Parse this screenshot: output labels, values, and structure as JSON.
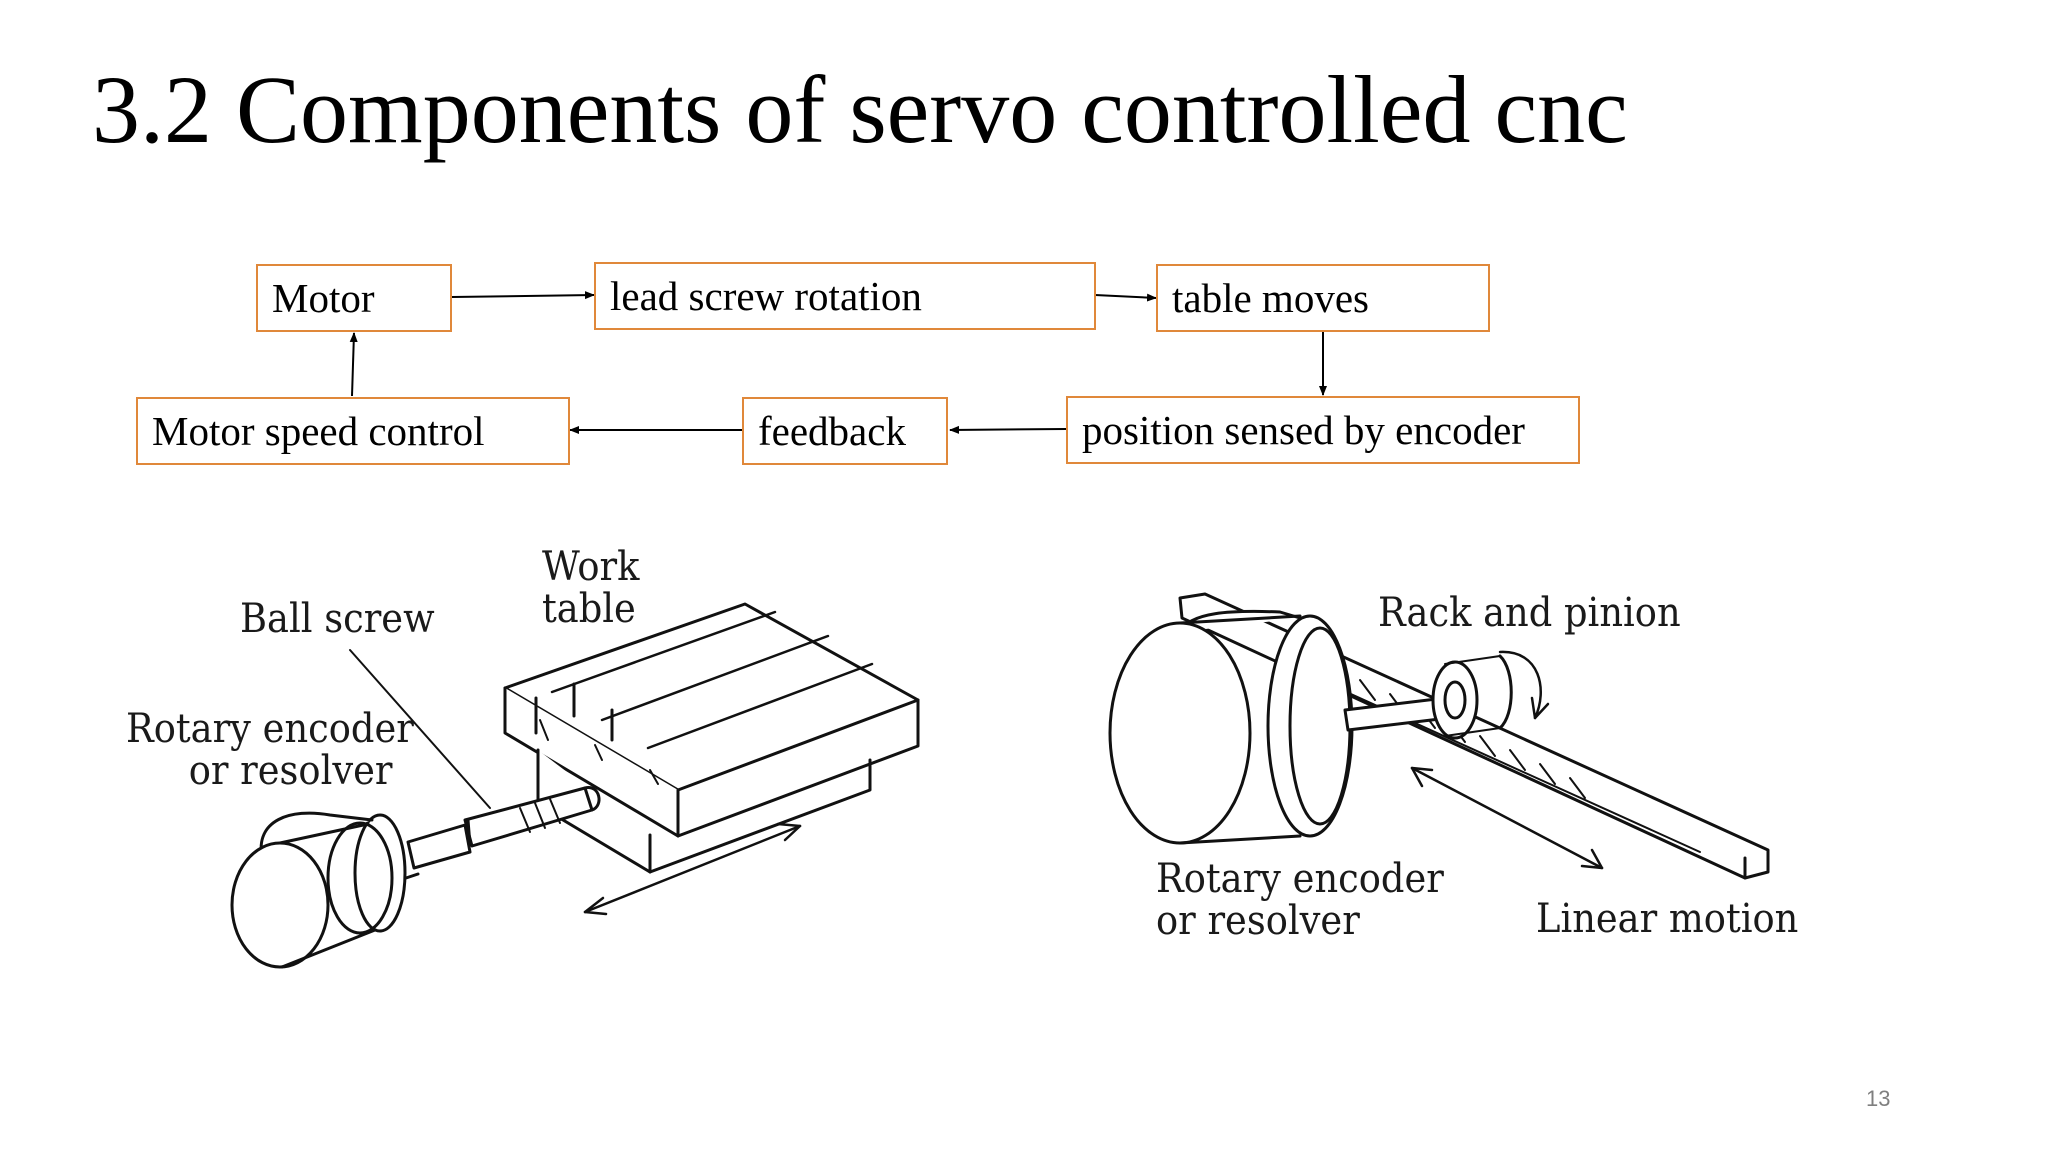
{
  "slide": {
    "title": "3.2 Components of servo controlled cnc",
    "page_number": "13"
  },
  "flow": {
    "motor": "Motor",
    "lead_screw": "lead screw rotation",
    "table_moves": "table moves",
    "position_sensed": "position sensed by encoder",
    "feedback": "feedback",
    "speed_control": "Motor speed control"
  },
  "left_figure": {
    "work_table_line1": "Work",
    "work_table_line2": "table",
    "ball_screw": "Ball screw",
    "encoder_line1": "Rotary encoder",
    "encoder_line2": "or resolver"
  },
  "right_figure": {
    "rack_pinion": "Rack and pinion",
    "encoder_line1": "Rotary encoder",
    "encoder_line2": "or resolver",
    "linear_motion": "Linear motion"
  },
  "colors": {
    "box_border": "#e0883a",
    "text": "#000000",
    "page_number": "#7f7f7f"
  }
}
